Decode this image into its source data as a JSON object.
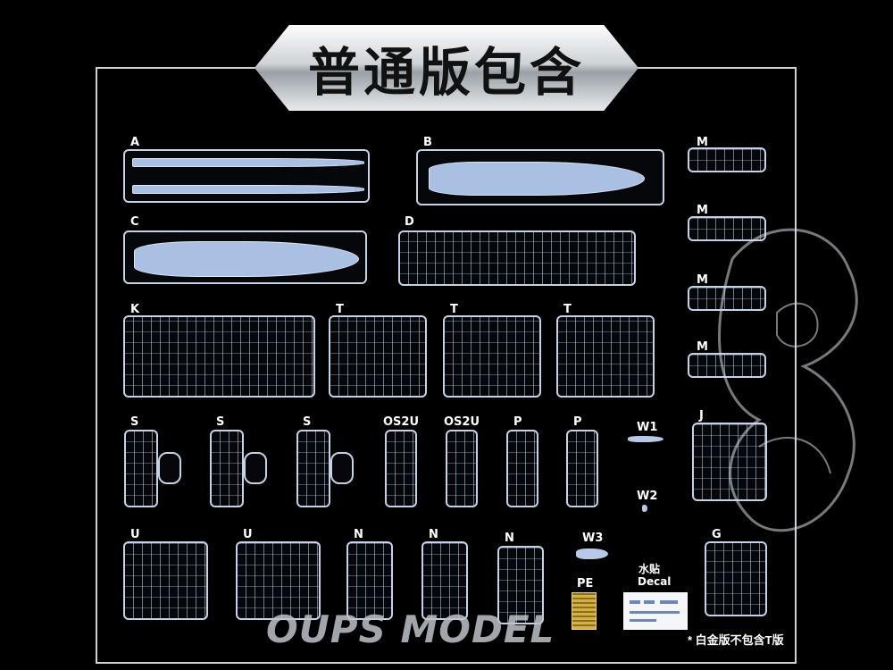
{
  "banner_title": "普通版包含",
  "labels": {
    "A": "A",
    "B": "B",
    "C": "C",
    "D": "D",
    "M1": "M",
    "M2": "M",
    "M3": "M",
    "M4": "M",
    "K": "K",
    "T1": "T",
    "T2": "T",
    "T3": "T",
    "S1": "S",
    "S2": "S",
    "S3": "S",
    "OS2U1": "OS2U",
    "OS2U2": "OS2U",
    "P1": "P",
    "P2": "P",
    "W1": "W1",
    "W2": "W2",
    "W3": "W3",
    "J": "J",
    "U1": "U",
    "U2": "U",
    "N1": "N",
    "N2": "N",
    "N3": "N",
    "G": "G",
    "PE": "PE"
  },
  "decal_cn": "水贴",
  "decal_en": "Decal",
  "note": "* 白金版不包含T版",
  "watermark": "OUPS MODEL",
  "colors": {
    "background": "#000000",
    "sprue": "#c6d2e6",
    "hull": "#a9c0e2",
    "banner": "#cfd2d6"
  }
}
